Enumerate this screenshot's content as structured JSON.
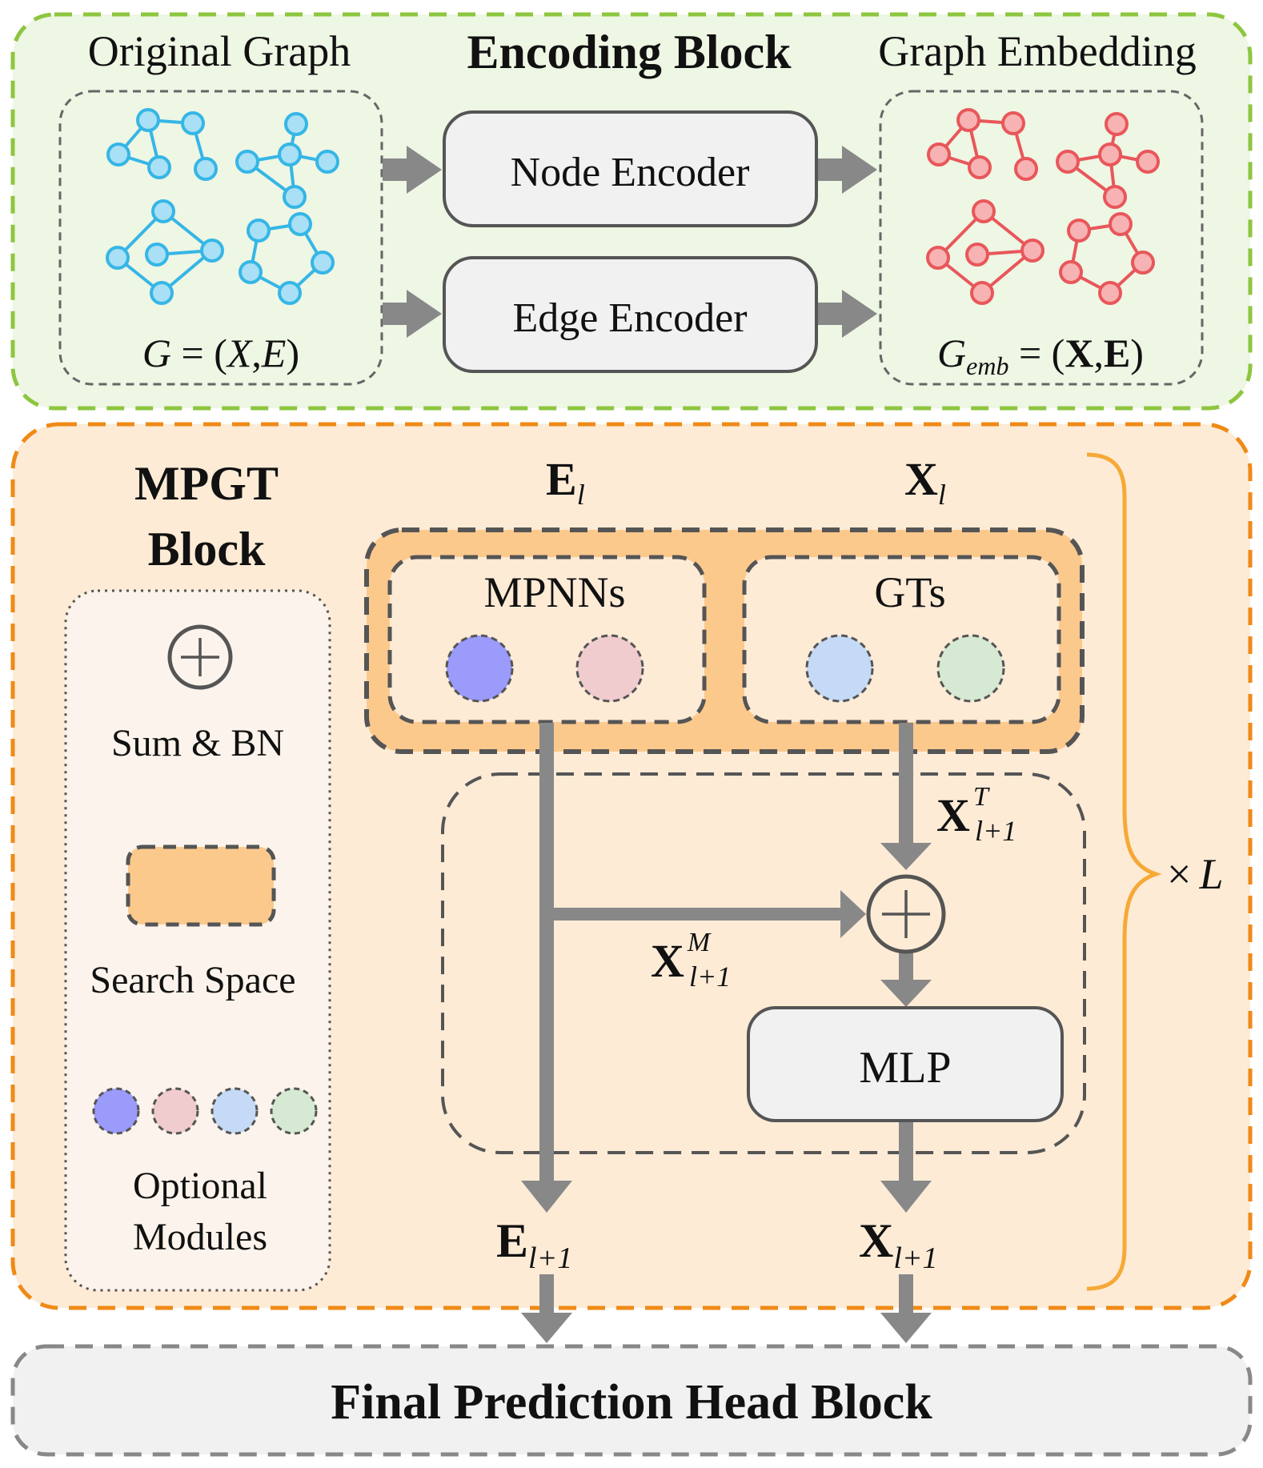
{
  "encoding": {
    "title": "Encoding Block",
    "original_graph_label": "Original Graph",
    "graph_embedding_label": "Graph Embedding",
    "node_encoder": "Node Encoder",
    "edge_encoder": "Edge Encoder",
    "input_formula": {
      "lhs": "G",
      "eq": " = (",
      "x": "X",
      "comma": ",",
      "e": "E",
      "close": ")"
    },
    "output_formula": {
      "lhs": "G",
      "sub": "emb",
      "eq": " = (",
      "x": "X",
      "comma": ",",
      "e": "E",
      "close": ")"
    }
  },
  "mpgt": {
    "title_line1": "MPGT",
    "title_line2": "Block",
    "e_in": {
      "base": "E",
      "sub": "l"
    },
    "x_in": {
      "base": "X",
      "sub": "l"
    },
    "mpnns_label": "MPNNs",
    "gts_label": "GTs",
    "x_t": {
      "base": "X",
      "sup": "T",
      "sub": "l+1"
    },
    "x_m": {
      "base": "X",
      "sup": "M",
      "sub": "l+1"
    },
    "mlp_label": "MLP",
    "e_out": {
      "base": "E",
      "sub": "l+1"
    },
    "x_out": {
      "base": "X",
      "sub": "l+1"
    },
    "repeat": {
      "times": "×",
      "var": "L"
    }
  },
  "legend": {
    "sum_bn": "Sum & BN",
    "search_space": "Search Space",
    "optional_line1": "Optional",
    "optional_line2": "Modules"
  },
  "head": {
    "title": "Final Prediction Head Block"
  },
  "colors": {
    "encoding_border": "#8dc63f",
    "encoding_fill": "#eef6e4",
    "mpgt_border": "#ef8a17",
    "mpgt_fill": "#fdebd6",
    "search_space_fill": "#fcc98d",
    "head_fill": "#f1f1f1",
    "input_graph": "#35b6e6",
    "embedded_graph": "#e8575a",
    "module_purple": "#9b9bfb",
    "module_pink": "#f0cccf",
    "module_blue": "#c5daf6",
    "module_green": "#d6e9d3",
    "arrow_gray": "#888888"
  }
}
